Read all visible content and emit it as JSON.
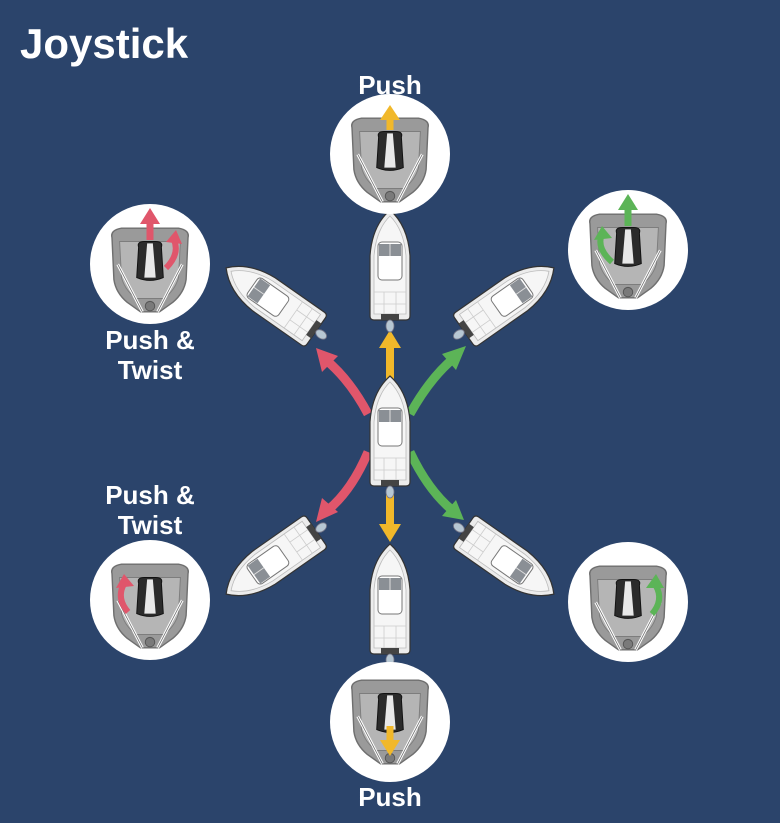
{
  "title": "Joystick",
  "colors": {
    "background": "#2b446b",
    "forward_back": "#f1b82a",
    "left_turn": "#e0566b",
    "right_turn": "#5cb457",
    "circle": "#ffffff",
    "joystick_base": "#9a9a9a",
    "boat_hull": "#ececec"
  },
  "labels": {
    "top_push": "Push",
    "upper_left_push_twist_line1": "Push &",
    "upper_left_push_twist_line2": "Twist",
    "lower_left_push_twist_line1": "Push &",
    "lower_left_push_twist_line2": "Twist",
    "bottom_push": "Push"
  },
  "joysticks": [
    {
      "position": "top",
      "action": "push-forward",
      "arrow_color": "yellow"
    },
    {
      "position": "upper-left",
      "action": "push-forward-twist-right",
      "arrow_color": "red"
    },
    {
      "position": "upper-right",
      "action": "push-forward-twist-left",
      "arrow_color": "green"
    },
    {
      "position": "lower-left",
      "action": "twist-left",
      "arrow_color": "red"
    },
    {
      "position": "lower-right",
      "action": "twist-right",
      "arrow_color": "green"
    },
    {
      "position": "bottom",
      "action": "pull-back",
      "arrow_color": "yellow"
    }
  ],
  "boats": [
    {
      "position": "center"
    },
    {
      "position": "forward"
    },
    {
      "position": "backward"
    },
    {
      "position": "forward-left"
    },
    {
      "position": "forward-right"
    },
    {
      "position": "back-left"
    },
    {
      "position": "back-right"
    }
  ]
}
